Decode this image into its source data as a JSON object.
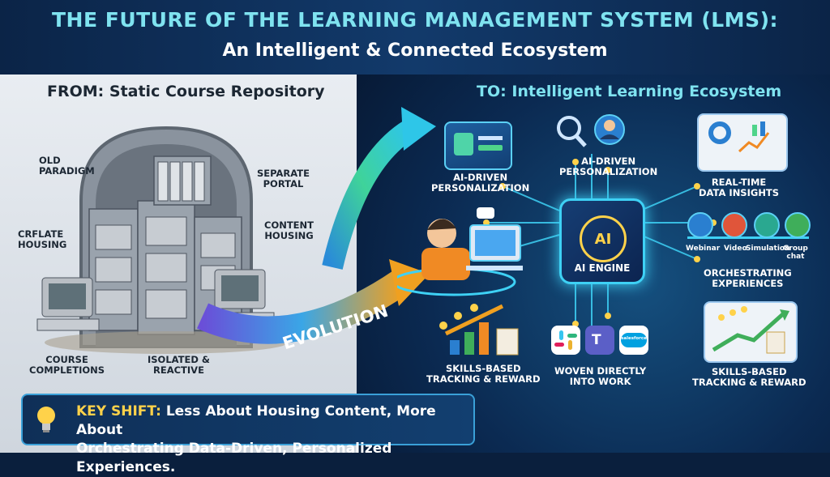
{
  "header": {
    "title_line1": "THE FUTURE OF THE LEARNING MANAGEMENT SYSTEM (LMS):",
    "title_line2": "An Intelligent & Connected Ecosystem"
  },
  "left_panel": {
    "heading": "FROM: Static Course Repository",
    "labels": {
      "old_paradigm": "OLD\nPARADIGM",
      "separate_portal": "SEPARATE\nPORTAL",
      "crflate_housing": "CRFLATE\nHOUSING",
      "content_housing": "CONTENT\nHOUSING",
      "course_completions": "COURSE\nCOMPLETIONS",
      "isolated_reactive": "ISOLATED &\nREACTIVE"
    }
  },
  "evolution_label": "EVOLUTION",
  "right_panel": {
    "heading": "TO: Intelligent Learning Ecosystem",
    "ai_engine_label": "AI ENGINE",
    "ai_chip_text": "AI",
    "labels": {
      "personalization_left": "AI-DRIVEN\nPERSONALIZATION",
      "personalization_top": "AI-DRIVEN\nPERSONALIZATION",
      "real_time": "REAL-TIME\nDATA INSIGHTS",
      "orchestrating": "ORCHESTRATING\nEXPERIENCES",
      "skills_left": "SKILLS-BASED\nTRACKING & REWARD",
      "woven": "WOVEN DIRECTLY\nINTO WORK",
      "skills_right": "SKILLS-BASED\nTRACKING & REWARD"
    },
    "timeline": [
      "Webinar",
      "Video",
      "Simulation",
      "Group\nchat"
    ],
    "apps": [
      "slack-logo",
      "teams-logo",
      "salesforce-logo"
    ],
    "salesforce_text": "salesforce"
  },
  "key_shift": {
    "prefix": "KEY SHIFT:",
    "line1_rest": "Less About Housing Content, More About",
    "line2": "Orchestrating Data-Driven, Personalized Experiences."
  },
  "colors": {
    "accent_cyan": "#7fe3f0",
    "accent_yellow": "#ffd24a",
    "navy": "#0a1f3d"
  }
}
